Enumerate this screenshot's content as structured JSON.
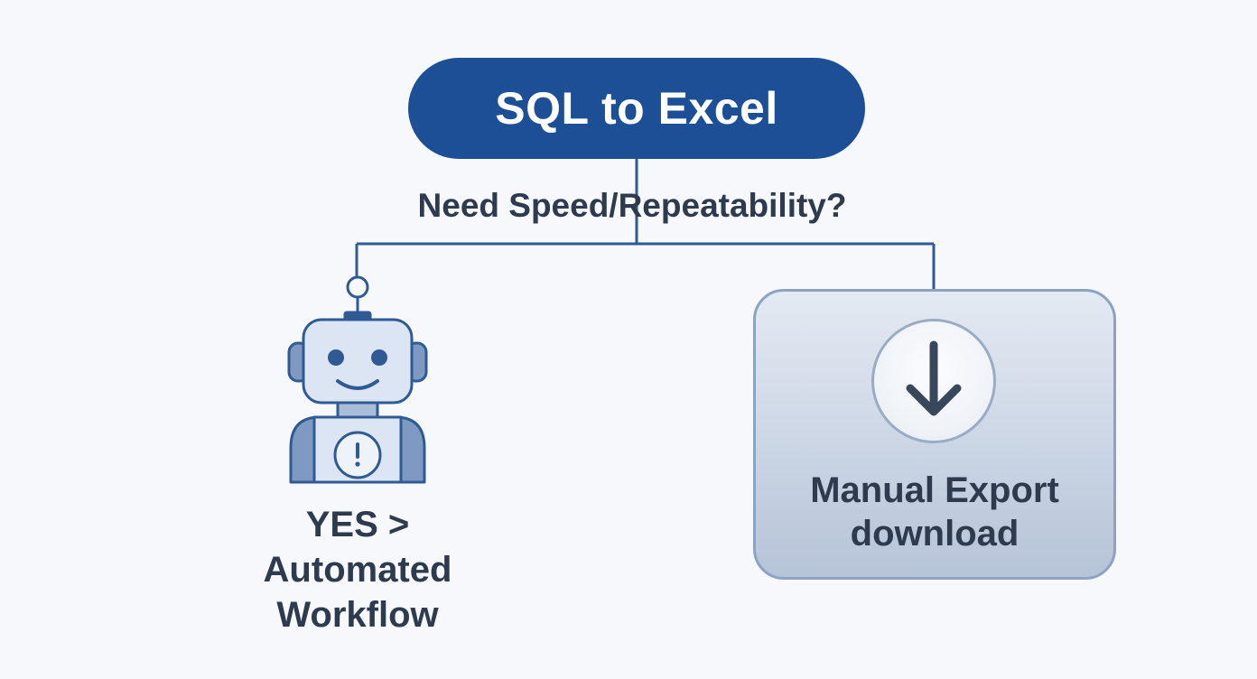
{
  "diagram": {
    "root": {
      "label": "SQL to Excel"
    },
    "question": {
      "label": "Need Speed/Repeatability?"
    },
    "yes_branch": {
      "line1": "YES >",
      "line2": "Automated",
      "line3": "Workflow",
      "icon": "robot-icon"
    },
    "no_branch": {
      "line1": "Manual Export",
      "line2": "download",
      "icon": "download-arrow-icon"
    }
  },
  "colors": {
    "root_fill": "#1c4f96",
    "connector": "#2f5a94",
    "text": "#2e3b4e",
    "robot_fill": "#dbe5f4",
    "robot_stroke": "#2f5a94",
    "card_border": "#8ea3c2"
  }
}
